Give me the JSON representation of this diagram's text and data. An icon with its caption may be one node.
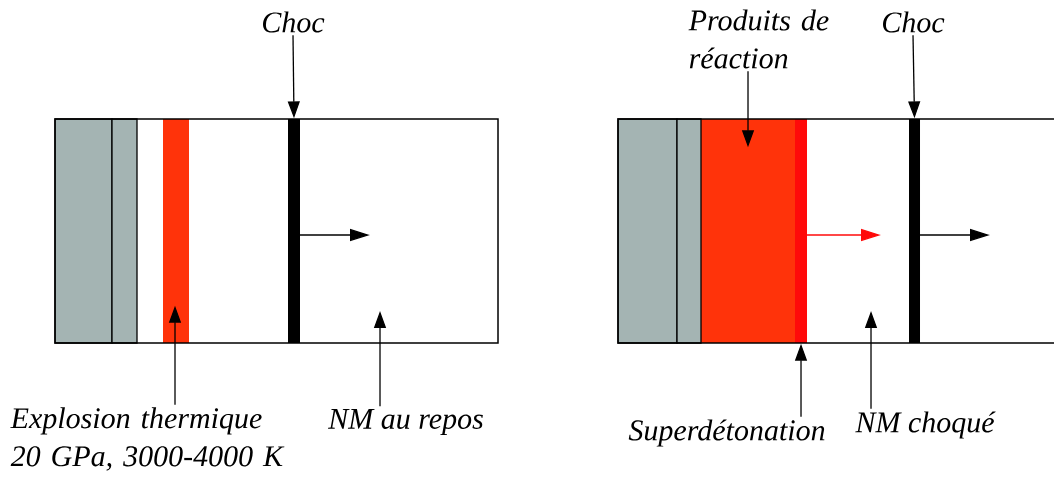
{
  "diagram": {
    "nodes": [
      {
        "text": [
          "Choc"
        ]
      },
      {
        "text": [],
        "shape": "bar"
      },
      {
        "text": [
          "Explosion thermique 20 GPa, 3000-4000 K"
        ]
      },
      {
        "text": [],
        "shape": "bar"
      },
      {
        "text": [
          "NM au repos"
        ]
      },
      {
        "text": [
          "Produits de réaction"
        ]
      },
      {
        "text": [],
        "shape": "bar"
      },
      {
        "text": [
          "Superdétonation"
        ]
      },
      {
        "text": [],
        "shape": "bar"
      },
      {
        "text": [
          "Choc"
        ]
      },
      {
        "text": [],
        "shape": "bar"
      },
      {
        "text": [
          "NM choqué"
        ]
      }
    ],
    "edges": [
      {
        "from": 0,
        "to": 3,
        "arrow": "to"
      },
      {
        "from": 2,
        "to": 1,
        "arrow": "to"
      },
      {
        "from": 4,
        "to": null,
        "arrow": "to"
      },
      {
        "from": 5,
        "to": 6,
        "arrow": "to"
      },
      {
        "from": 9,
        "to": 10,
        "arrow": "to"
      },
      {
        "from": 7,
        "to": 8,
        "arrow": "to"
      },
      {
        "from": 11,
        "to": null,
        "arrow": "to"
      }
    ]
  }
}
